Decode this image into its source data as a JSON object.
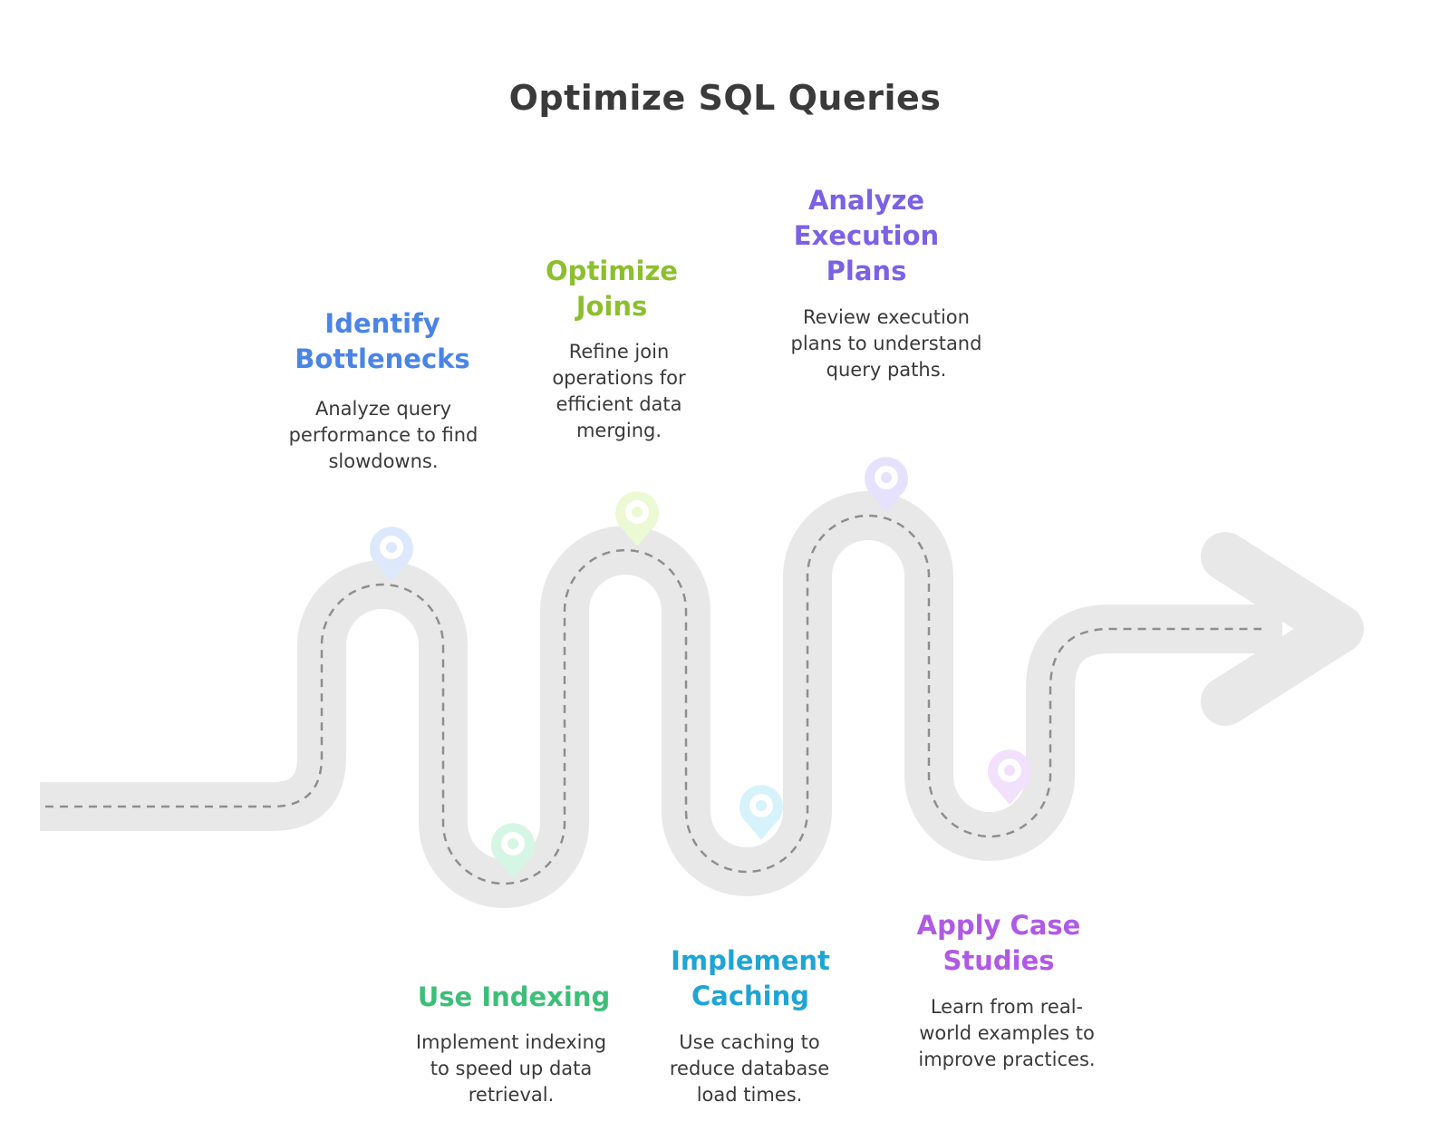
{
  "title": "Optimize SQL Queries",
  "steps": [
    {
      "title": "Identify Bottlenecks",
      "description": "Analyze query performance to find slowdowns.",
      "color": "#4a84e6",
      "pin_color": "#dde8fc"
    },
    {
      "title": "Use Indexing",
      "description": "Implement indexing to speed up data retrieval.",
      "color": "#3cbf78",
      "pin_color": "#d6f6e5"
    },
    {
      "title": "Optimize Joins",
      "description": "Refine join operations for efficient data merging.",
      "color": "#8cbf2e",
      "pin_color": "#ebf9d4"
    },
    {
      "title": "Implement Caching",
      "description": "Use caching to reduce database load times.",
      "color": "#1ea5d4",
      "pin_color": "#d6f2fb"
    },
    {
      "title": "Analyze Execution Plans",
      "description": "Review execution plans to understand query paths.",
      "color": "#7b61e6",
      "pin_color": "#e6e2fd"
    },
    {
      "title": "Apply Case Studies",
      "description": "Learn from real-world examples to improve practices.",
      "color": "#b059e6",
      "pin_color": "#f2e0fc"
    }
  ]
}
